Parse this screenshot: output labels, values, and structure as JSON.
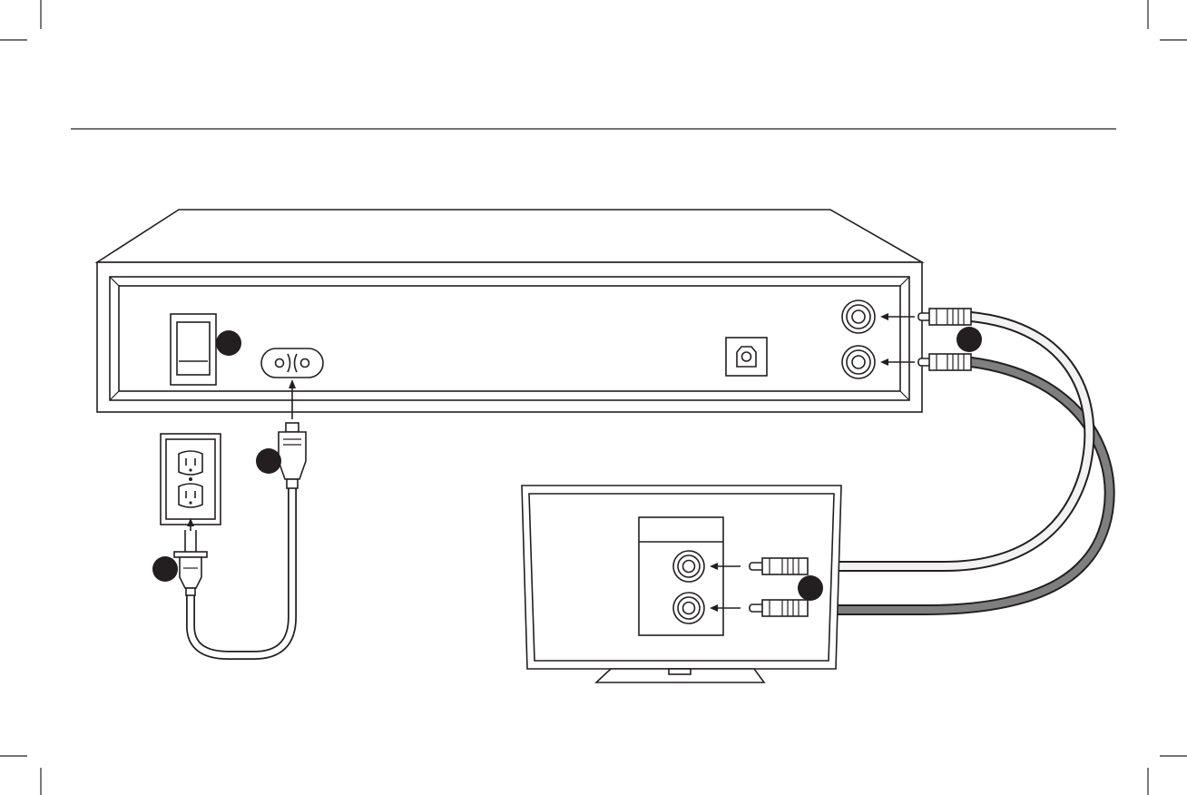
{
  "diagram": {
    "description_visible_text": [],
    "colors": {
      "line": "#231f20",
      "callout": "#231f20",
      "white_cable": "#f2f2f2",
      "grey_cable": "#7f7f7f",
      "background": "#ffffff"
    },
    "components": {
      "device": [
        "power-switch",
        "power-inlet-figure8",
        "optical-port",
        "rca-jack-top",
        "rca-jack-bottom"
      ],
      "outlet": [
        "socket-top",
        "socket-bottom"
      ],
      "tv": [
        "tv-rca-jack-top",
        "tv-rca-jack-bottom"
      ],
      "cables": [
        "power-cord",
        "white-rca-cable",
        "grey-rca-cable"
      ]
    },
    "callouts": [
      "callout-1",
      "callout-2",
      "callout-3",
      "callout-4",
      "callout-5"
    ]
  }
}
